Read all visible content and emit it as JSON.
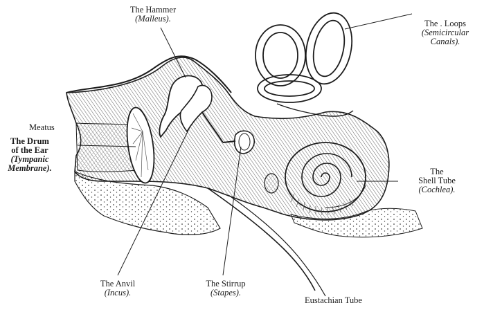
{
  "title": "",
  "labels": {
    "hammer": {
      "name": "The Hammer",
      "latin": "(Malleus)."
    },
    "loops": {
      "name": "The . Loops",
      "latin_1": "(Semicircular",
      "latin_2": "Canals)."
    },
    "meatus": {
      "name": "Meatus"
    },
    "drum": {
      "line_1": "The Drum",
      "line_2": "of the Ear",
      "latin_1": "(Tympanic",
      "latin_2": "Membrane)."
    },
    "shell": {
      "line_1": "The",
      "line_2": "Shell Tube",
      "latin": "(Cochlea)."
    },
    "anvil": {
      "name": "The Anvil",
      "latin": "(Incus)."
    },
    "stirrup": {
      "name": "The Stirrup",
      "latin": "(Stapes)."
    },
    "eustachian": {
      "name": "Eustachian Tube"
    }
  },
  "colors": {
    "ink": "#1c1c1c",
    "hatch": "#6a6a6a",
    "paper": "#ffffff"
  }
}
